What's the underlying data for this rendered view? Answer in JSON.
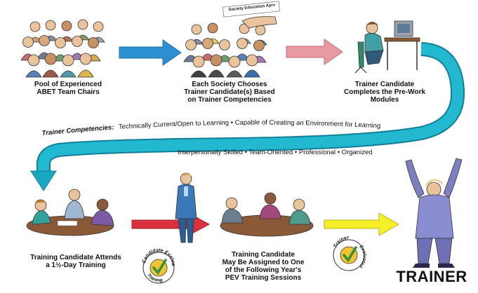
{
  "colors": {
    "blue_arrow": "#2b8fd0",
    "pink_arrow": "#e79aa2",
    "teal_curve": "#19a8c2",
    "red_arrow": "#d9313e",
    "yellow_arrow": "#f5ef2a",
    "seal_yellow": "#f1c231",
    "check_green": "#2f8f3a"
  },
  "steps": {
    "pool": {
      "caption": "Pool of Experienced ABET Team Chairs",
      "lines": [
        "Pool of Experienced",
        "ABET Team Chairs"
      ]
    },
    "society": {
      "caption": "Each Society Chooses Trainer Candidate(s) Based on Trainer Competencies",
      "lines": [
        "Each Society Chooses",
        "Trainer Candidate(s) Based",
        "on Trainer Competencies"
      ]
    },
    "society_sign": "Society Education Aprv",
    "prework": {
      "caption": "Trainer Candidate Completes the Pre-Work Modules",
      "lines": [
        "Trainer Candidate",
        "Completes the Pre-Work",
        "Modules"
      ]
    },
    "training": {
      "caption": "Training Candidate Attends a 1½-Day Training",
      "lines": [
        "Training Candidate Attends",
        "a 1½-Day Training"
      ]
    },
    "pev": {
      "caption": "Training Candidate May Be Assigned to One of the Following Year's PEV Training Sessions",
      "lines": [
        "Training Candidate",
        "May Be Assigned to One",
        "of the Following Year's",
        "PEV Training Sessions"
      ]
    },
    "final": "TRAINER"
  },
  "competencies": {
    "label": "Trainer Competencies:",
    "line1": "Technically Current/Open to Learning • Capable of Creating an Environment for Learning",
    "line2": "Interpersonally Skilled • Team-Oriented • Professional • Organized"
  },
  "seals": {
    "candidate": {
      "top": "Candidate",
      "bottom": "Evaluated",
      "side": "Training"
    },
    "trainer": {
      "top": "Trainer",
      "bottom": "Evaluated"
    }
  }
}
